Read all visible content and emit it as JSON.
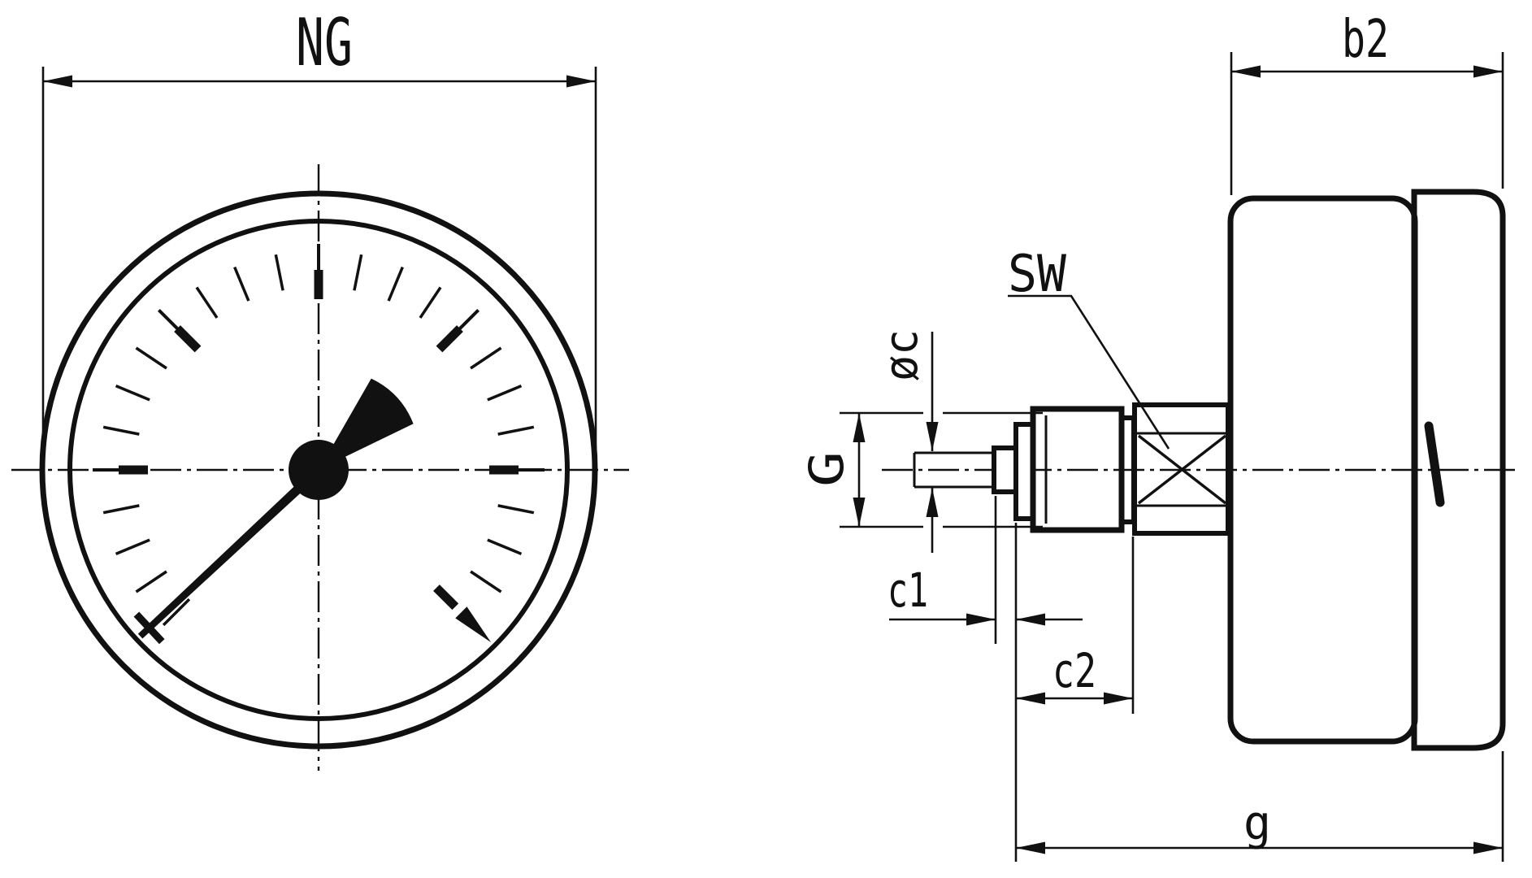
{
  "labels": {
    "ng": "NG",
    "b2": "b2",
    "sw": "SW",
    "phi_c": "øc",
    "thread_g": "G",
    "c1": "c1",
    "c2": "c2",
    "g": "g"
  },
  "colors": {
    "ink": "#111111",
    "background": "#ffffff"
  },
  "drawing": {
    "views": 2,
    "gauge": {
      "dial_scale_degrees": 270,
      "needle_angle_compass_deg": 227,
      "major_tick_angles_compass": [
        270,
        315,
        0,
        45,
        90
      ],
      "scale_end_arrow_angle_compass": 135
    }
  }
}
